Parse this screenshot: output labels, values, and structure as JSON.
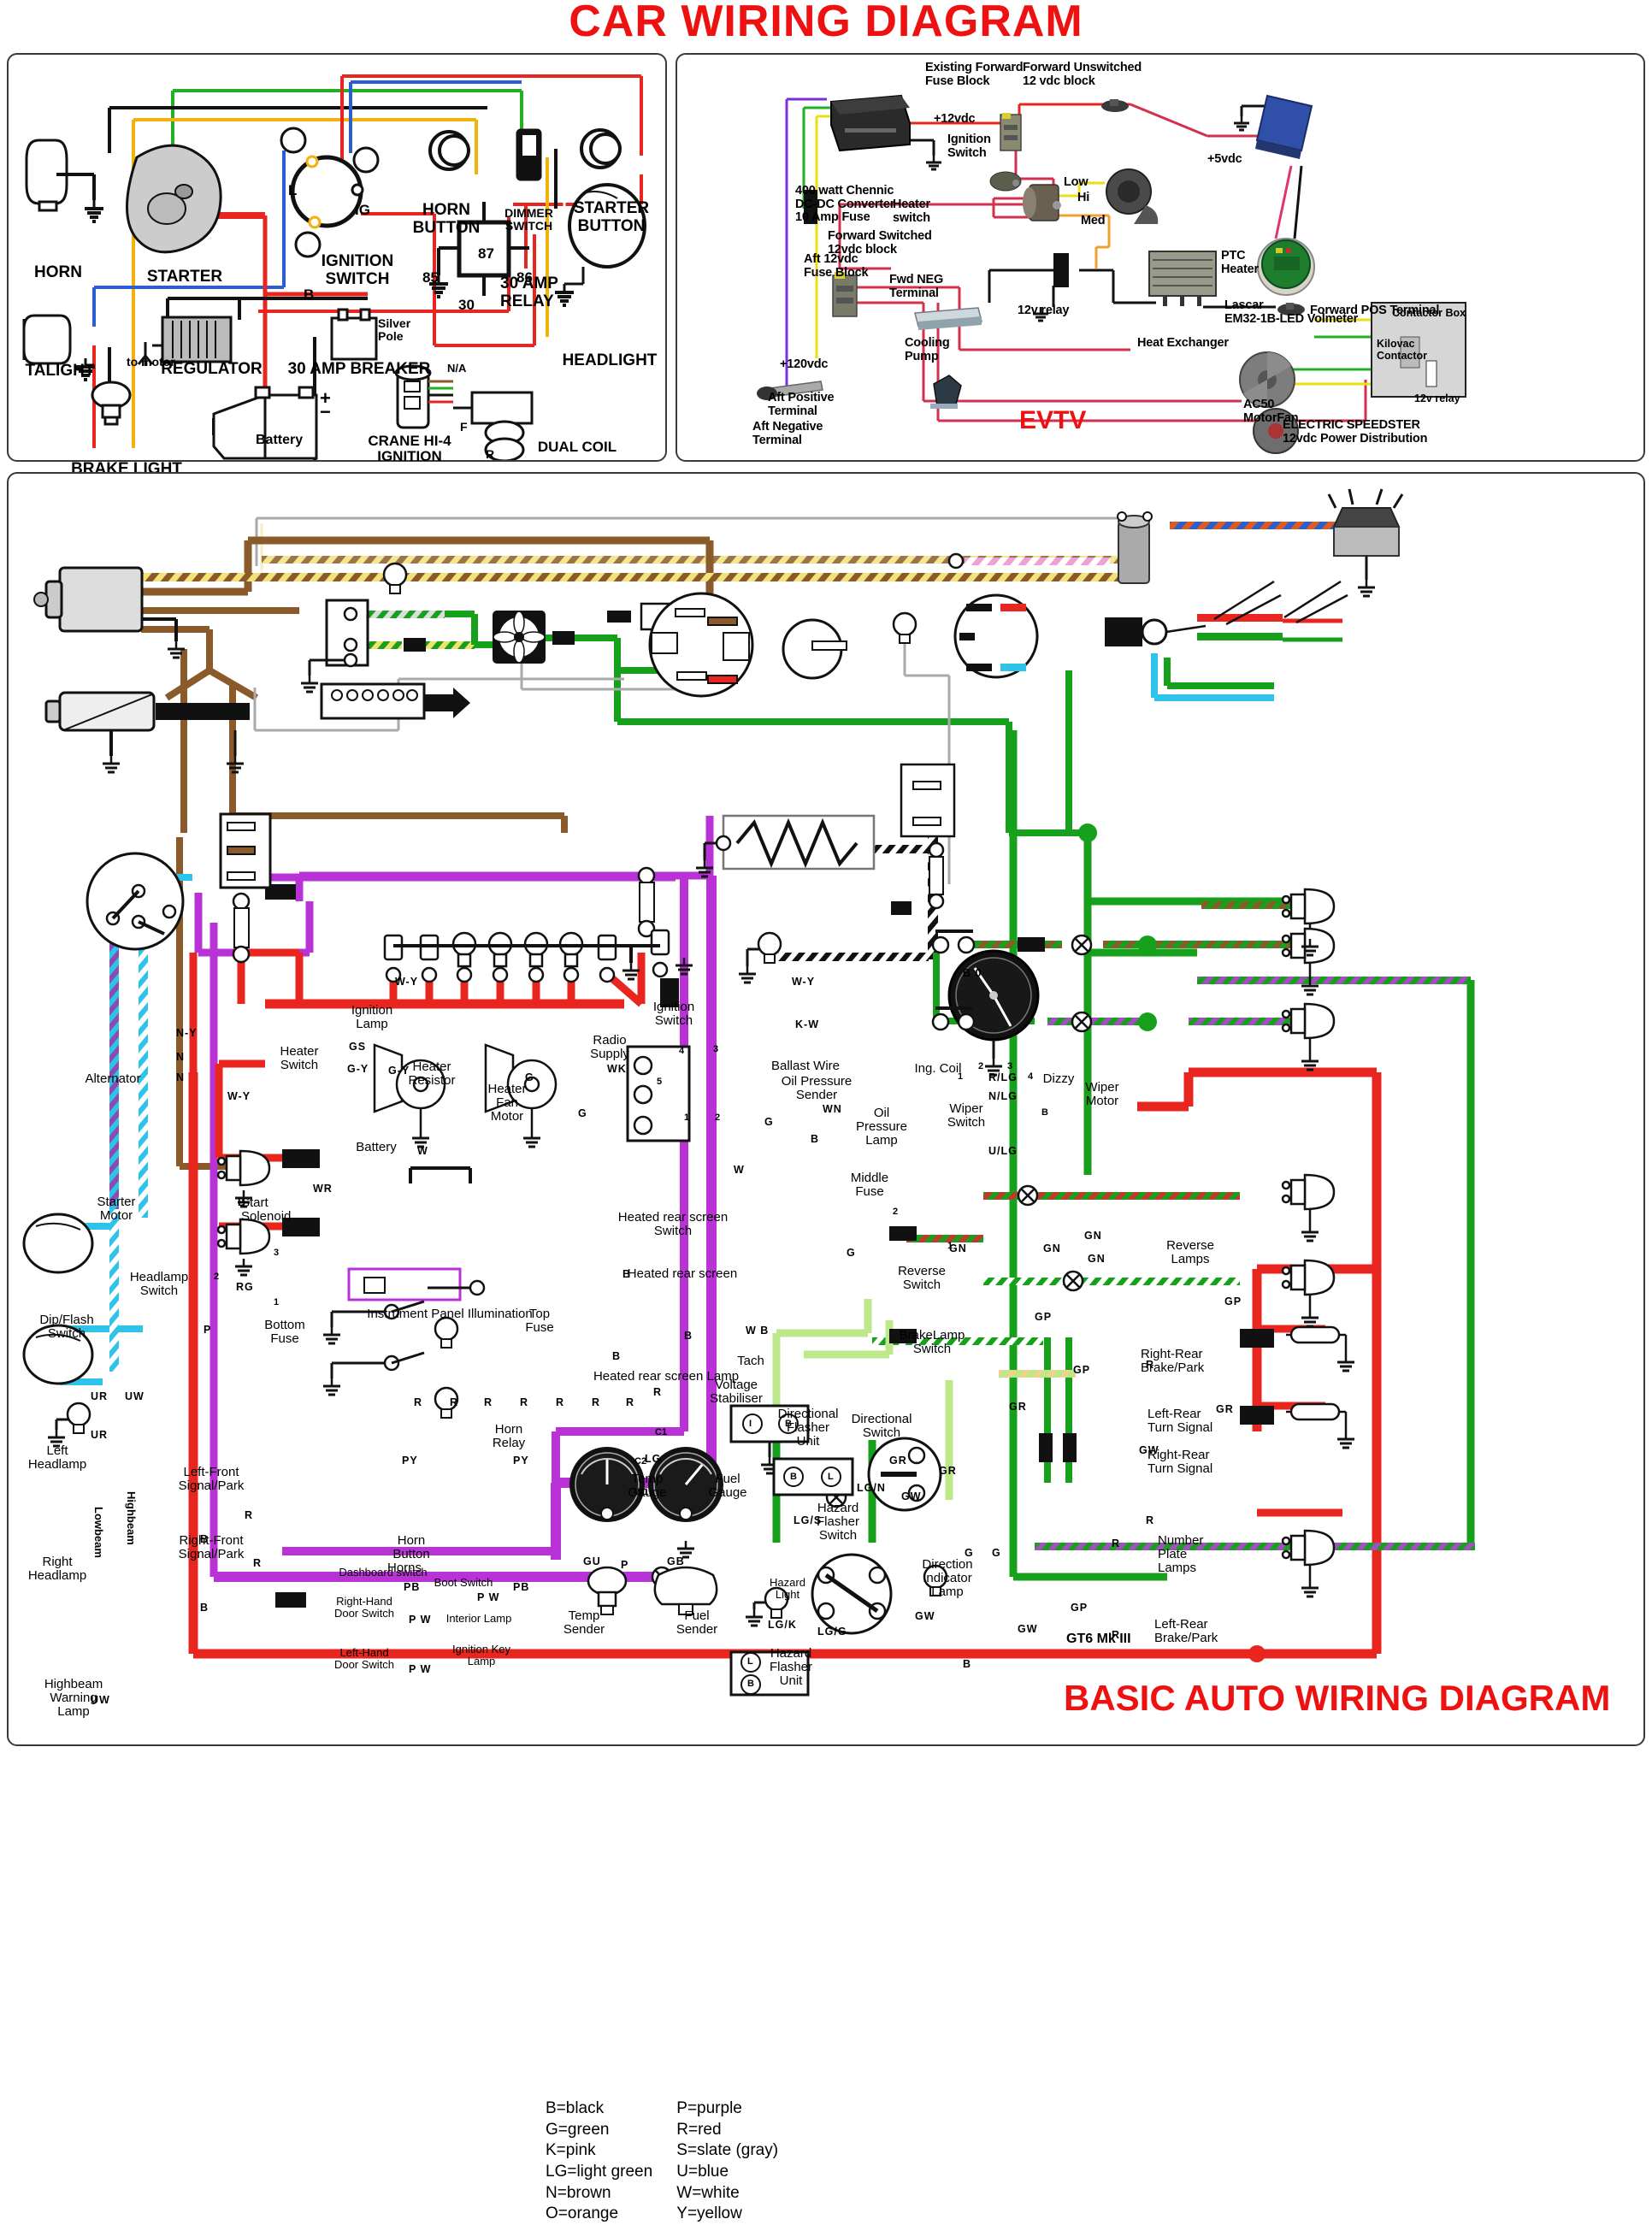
{
  "title": "CAR WIRING DIAGRAM",
  "panels": {
    "basic": {
      "name": "basic-ignition-panel",
      "labels": {
        "horn": "HORN",
        "starter": "STARTER",
        "ignition_switch": "IGNITION\nSWITCH",
        "ignition_L": "L",
        "ignition_IG": "IG",
        "ignition_B": "B",
        "horn_button": "HORN\nBUTTON",
        "dimmer_switch": "DIMMER\nSWITCH",
        "starter_button": "STARTER\nBUTTON",
        "relay_87": "87",
        "relay_85": "85",
        "relay_86": "86",
        "relay_30": "30",
        "relay_name": "30 AMP\nRELAY",
        "talight": "TALIGHT",
        "to_motor": "to motor",
        "regulator": "REGULATOR",
        "breaker": "30 AMP BREAKER",
        "silver_pole": "Silver\nPole",
        "brake_light_switch": "BRAKE LIGHT\nSWITCH",
        "battery": "Battery",
        "battery_plus": "+",
        "battery_minus": "−",
        "crane_ignition": "CRANE HI-4\nIGNITION",
        "crane_na": "N/A",
        "dual_coil": "DUAL COIL",
        "coil_F": "F",
        "coil_R": "R",
        "headlight": "HEADLIGHT"
      }
    },
    "evtv": {
      "name": "evtv-12vdc-distribution-panel",
      "logo": "EVTV",
      "labels": {
        "converter": "400 watt Chennic\nDC-DC Converter\n10 Amp Fuse",
        "plus12vdc": "+12vdc",
        "ignition_switch": "Ignition\nSwitch",
        "existing_fwd_fuse": "Existing Forward\nFuse Block",
        "fwd_unswitched": "Forward Unswitched\n12 vdc block",
        "plus5vdc": "+5vdc",
        "lascar": "Lascar\nEM32-1B-LED Volmeter",
        "fwd_switched": "Forward Switched\n12vdc block",
        "heater_switch": "Heater\nswitch",
        "low": "Low",
        "hi": "Hi",
        "med": "Med",
        "ptc_heater": "PTC\nHeater",
        "aft_fuse_block": "Aft 12vdc\nFuse Block",
        "fwd_neg_terminal": "Fwd NEG\nTerminal",
        "cooling_pump": "Cooling\nPump",
        "relay_12v": "12v relay",
        "fwd_pos_terminal": "Forward POS Terminal",
        "heat_exchanger": "Heat Exchanger",
        "plus120vdc": "+120vdc",
        "aft_positive": "Aft Positive\nTerminal",
        "aft_negative": "Aft Negative\nTerminal",
        "ac50": "AC50\nMotorFan",
        "contactor_box": "Contactor Box",
        "kilovac": "Kilovac\nContactor",
        "relay_12v_box": "12v relay",
        "electric_speedster": "ELECTRIC SPEEDSTER\n12vdc Power Distribution"
      }
    },
    "gt6": {
      "name": "gt6-basic-auto-wiring-panel",
      "model": "GT6 Mk III",
      "footer_title": "BASIC AUTO WIRING DIAGRAM",
      "labels": {
        "alternator": "Alternator",
        "starter_motor": "Starter\nMotor",
        "start_solenoid": "Start\nSolenoid",
        "battery": "Battery",
        "ignition_lamp": "Ignition\nLamp",
        "heater_switch": "Heater\nSwitch",
        "heater_resistor": "Heater\nResistor",
        "heater_fan_motor": "Heater\nFan\nMotor",
        "radio_supply": "Radio\nSupply",
        "ignition_switch": "Ignition\nSwitch",
        "ballast_wire": "Ballast Wire",
        "ing_coil": "Ing. Coil",
        "dizzy": "Dizzy",
        "oil_pressure_sender": "Oil Pressure\nSender",
        "oil_pressure_lamp": "Oil\nPressure\nLamp",
        "wiper_switch": "Wiper\nSwitch",
        "wiper_motor": "Wiper\nMotor",
        "middle_fuse": "Middle\nFuse",
        "heated_rear_screen_switch": "Heated rear screen\nSwitch",
        "heated_rear_screen": "Heated rear screen",
        "heated_rear_screen_lamp": "Heated rear screen Lamp",
        "tach": "Tach",
        "reverse_switch": "Reverse\nSwitch",
        "reverse_lamps": "Reverse\nLamps",
        "brakelamp_switch": "BrakeLamp\nSwitch",
        "right_rear_brake_park": "Right-Rear\nBrake/Park",
        "left_rear_turn": "Left-Rear\nTurn Signal",
        "right_rear_turn": "Right-Rear\nTurn Signal",
        "number_plate_lamps": "Number\nPlate\nLamps",
        "left_rear_brake_park": "Left-Rear\nBrake/Park",
        "headlamp_switch": "Headlamp\nSwitch",
        "dip_flash_switch": "Dip/Flash\nSwitch",
        "left_headlamp": "Left\nHeadlamp",
        "right_headlamp": "Right\nHeadlamp",
        "lowbeam": "Lowbeam",
        "highbeam": "Highbeam",
        "highbeam_warning_lamp": "Highbeam\nWarning\nLamp",
        "bottom_fuse": "Bottom\nFuse",
        "top_fuse": "Top\nFuse",
        "instrument_panel_illumination": "Instrument Panel Illumination",
        "horns": "Horns",
        "horn_button": "Horn\nButton",
        "horn_relay": "Horn\nRelay",
        "left_front_signal_park": "Left-Front\nSignal/Park",
        "right_front_signal_park": "Right-Front\nSignal/Park",
        "dashboard_switch": "Dashboard switch",
        "right_hand_door_switch": "Right-Hand\nDoor Switch",
        "left_hand_door_switch": "Left-Hand\nDoor Switch",
        "boot_switch": "Boot Switch",
        "interior_lamp": "Interior Lamp",
        "ignition_key_lamp": "Ignition Key\nLamp",
        "temp_gauge": "Temp\nGauge",
        "fuel_gauge": "Fuel\nGauge",
        "temp_sender": "Temp\nSender",
        "fuel_sender": "Fuel\nSender",
        "voltage_stabiliser": "Voltage\nStabiliser",
        "directional_flasher_unit": "Directional\nFlasher\nUnit",
        "directional_switch": "Directional\nSwitch",
        "hazard_flasher_switch": "Hazard\nFlasher\nSwitch",
        "hazard_light": "Hazard\nLight",
        "direction_indicator_lamp": "Direction\nIndicator\nLamp",
        "hazard_flasher_unit": "Hazard\nFlasher\nUnit"
      },
      "wire_codes": [
        "W-Y",
        "N-Y",
        "N",
        "N",
        "W-Y",
        "GS",
        "G-Y",
        "G-Y",
        "G",
        "G",
        "W",
        "W",
        "W-R",
        "B",
        "K-W",
        "B 0",
        "G",
        "W",
        "W-N",
        "B",
        "G",
        "R/LG",
        "N/LG",
        "U/LG",
        "G",
        "G",
        "W",
        "GN",
        "GN",
        "GN",
        "GN",
        "B",
        "G",
        "GP",
        "GP",
        "GP",
        "GP",
        "R",
        "GR",
        "GR",
        "GR",
        "GW",
        "GW",
        "GW",
        "R",
        "GP",
        "R",
        "G",
        "G",
        "LG/N",
        "LG/S",
        "LG/K",
        "LG/G",
        "RG",
        "P",
        "UR",
        "UR",
        "UW",
        "UW",
        "R",
        "R",
        "B",
        "B",
        "P",
        "P",
        "PY",
        "PY",
        "PB",
        "PB",
        "P W",
        "P W",
        "P W",
        "LG",
        "GU",
        "GB",
        "W B",
        "B"
      ],
      "color_legend": [
        {
          "code": "B",
          "color": "black"
        },
        {
          "code": "G",
          "color": "green"
        },
        {
          "code": "K",
          "color": "pink"
        },
        {
          "code": "LG",
          "color": "light green"
        },
        {
          "code": "N",
          "color": "brown"
        },
        {
          "code": "O",
          "color": "orange"
        },
        {
          "code": "P",
          "color": "purple"
        },
        {
          "code": "R",
          "color": "red"
        },
        {
          "code": "S",
          "color": "slate (gray)"
        },
        {
          "code": "U",
          "color": "blue"
        },
        {
          "code": "W",
          "color": "white"
        },
        {
          "code": "Y",
          "color": "yellow"
        }
      ],
      "legend_lines_left": [
        "B=black",
        "G=green",
        "K=pink",
        "LG=light green",
        "N=brown",
        "O=orange"
      ],
      "legend_lines_right": [
        "P=purple",
        "R=red",
        "S=slate (gray)",
        "U=blue",
        "W=white",
        "Y=yellow"
      ]
    }
  },
  "colors": {
    "title_red": "#ee1111",
    "wire_red": "#e8251f",
    "wire_green": "#17a01b",
    "wire_blue": "#2b5fd0",
    "wire_yellow": "#f2b20b",
    "wire_black": "#111111",
    "wire_brown": "#8a5a2b",
    "wire_purple": "#b832d6",
    "wire_cyan": "#2ec3e8",
    "wire_lightgreen": "#a8e06a",
    "wire_pink": "#f0a0d8",
    "wire_white": "#ffffff",
    "panel_border": "#3a3a3a"
  }
}
